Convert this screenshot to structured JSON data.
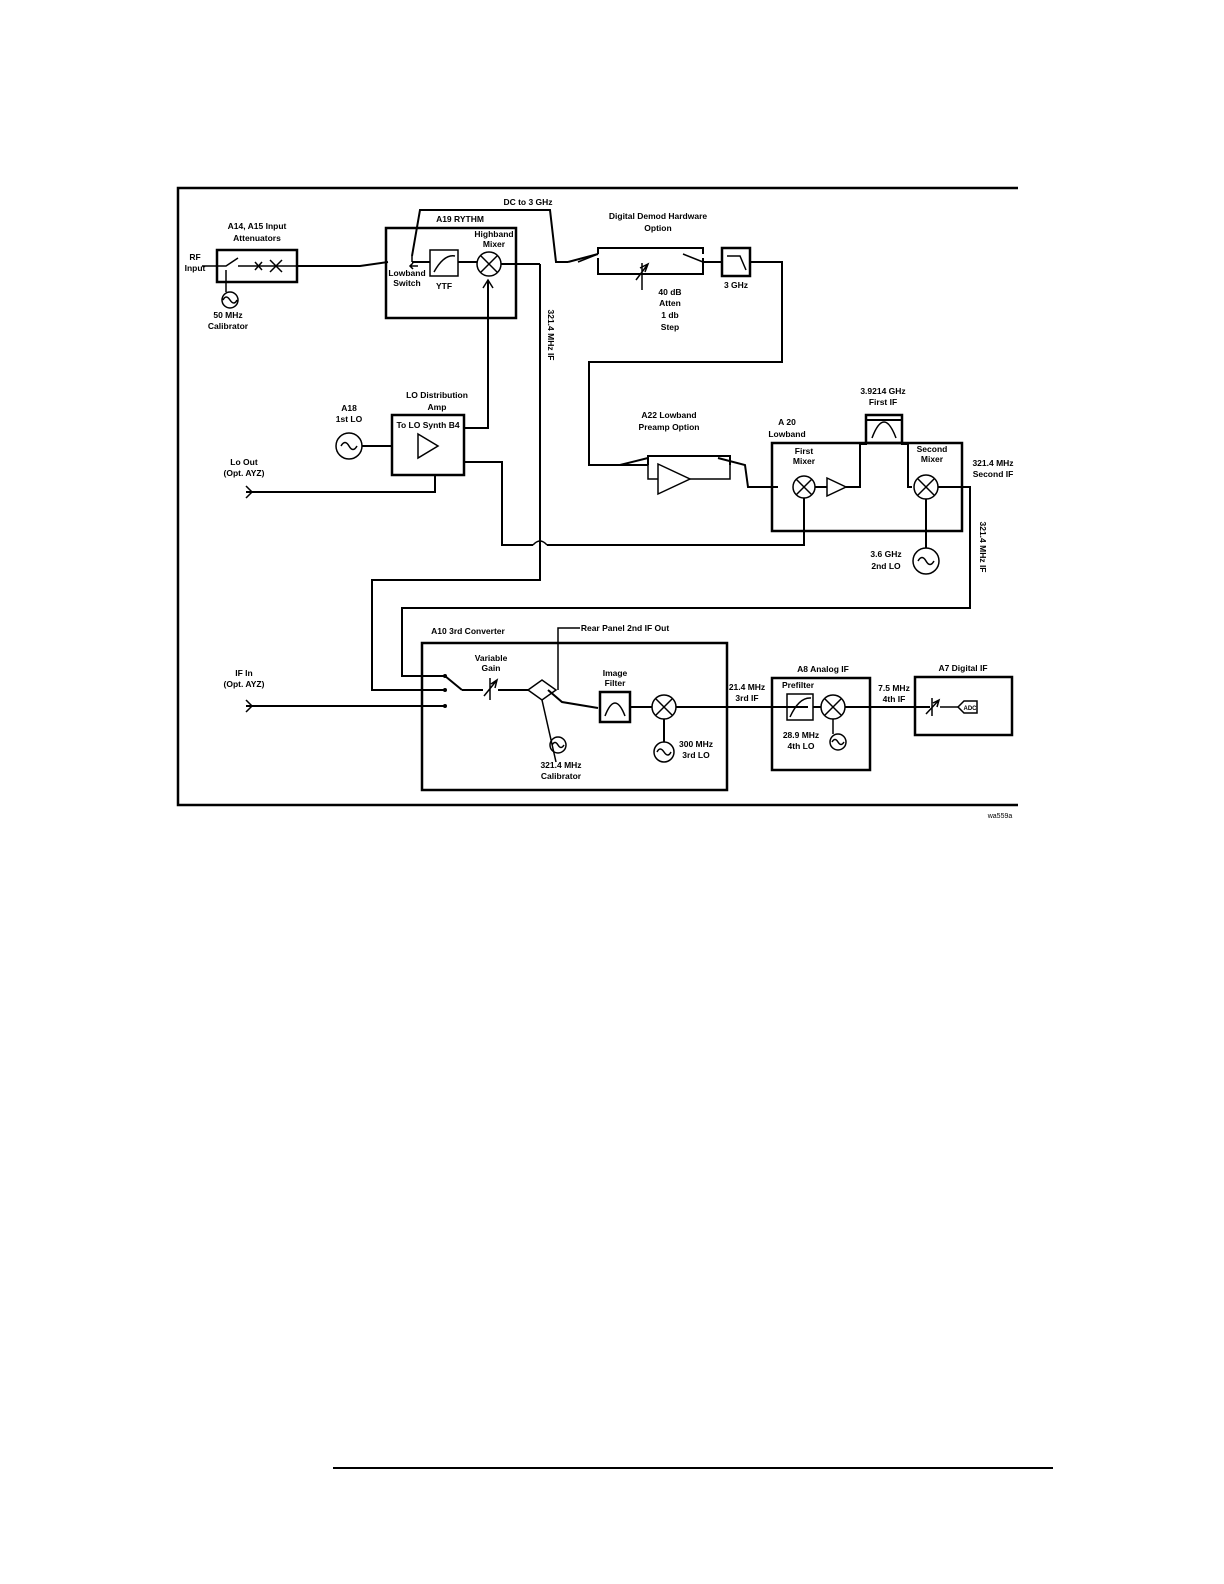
{
  "labels": {
    "attenuators": [
      "A14, A15 Input",
      "Attenuators"
    ],
    "rf_input": [
      "RF",
      "Input"
    ],
    "calibrator_50": [
      "50 MHz",
      "Calibrator"
    ],
    "a19": "A19 RYTHM",
    "highband_mixer": [
      "Highband",
      "Mixer"
    ],
    "lowband_switch": [
      "Lowband",
      "Switch"
    ],
    "ytf": "YTF",
    "dc_3ghz": "DC to 3 GHz",
    "demod_option": [
      "Digital Demod Hardware",
      "Option"
    ],
    "atten_40db": [
      "40 dB",
      "Atten",
      "1 db",
      "Step"
    ],
    "lpf_3ghz": "3 GHz",
    "if_321": "321.4 MHz IF",
    "lo_dist": [
      "LO Distribution",
      "Amp"
    ],
    "a18_lo": [
      "A18",
      "1st LO"
    ],
    "to_lo_synth": "To LO Synth B4",
    "lo_out": [
      "Lo Out",
      "(Opt. AYZ)"
    ],
    "a22": [
      "A22 Lowband",
      "Preamp Option"
    ],
    "first_if": [
      "3.9214 GHz",
      "First IF"
    ],
    "a20": [
      "A 20",
      "Lowband"
    ],
    "first_mixer": [
      "First",
      "Mixer"
    ],
    "second_mixer": [
      "Second",
      "Mixer"
    ],
    "second_if": [
      "321.4 MHz",
      "Second IF"
    ],
    "second_lo": [
      "3.6 GHz",
      "2nd LO"
    ],
    "if_321_right": "321.4 MHz IF",
    "a10": "A10 3rd Converter",
    "rear_panel": "Rear Panel 2nd IF Out",
    "variable_gain": [
      "Variable",
      "Gain"
    ],
    "image_filter": [
      "Image",
      "Filter"
    ],
    "if_in": [
      "IF In",
      "(Opt. AYZ)"
    ],
    "calibrator_321": [
      "321.4 MHz",
      "Calibrator"
    ],
    "third_lo": [
      "300 MHz",
      "3rd LO"
    ],
    "third_if": [
      "21.4 MHz",
      "3rd IF"
    ],
    "a8": "A8 Analog IF",
    "prefilter": "Prefilter",
    "fourth_lo": [
      "28.9 MHz",
      "4th LO"
    ],
    "fourth_if": [
      "7.5 MHz",
      "4th IF"
    ],
    "a7": "A7 Digital IF",
    "adc": "ADC",
    "figure_code": "wa559a"
  }
}
